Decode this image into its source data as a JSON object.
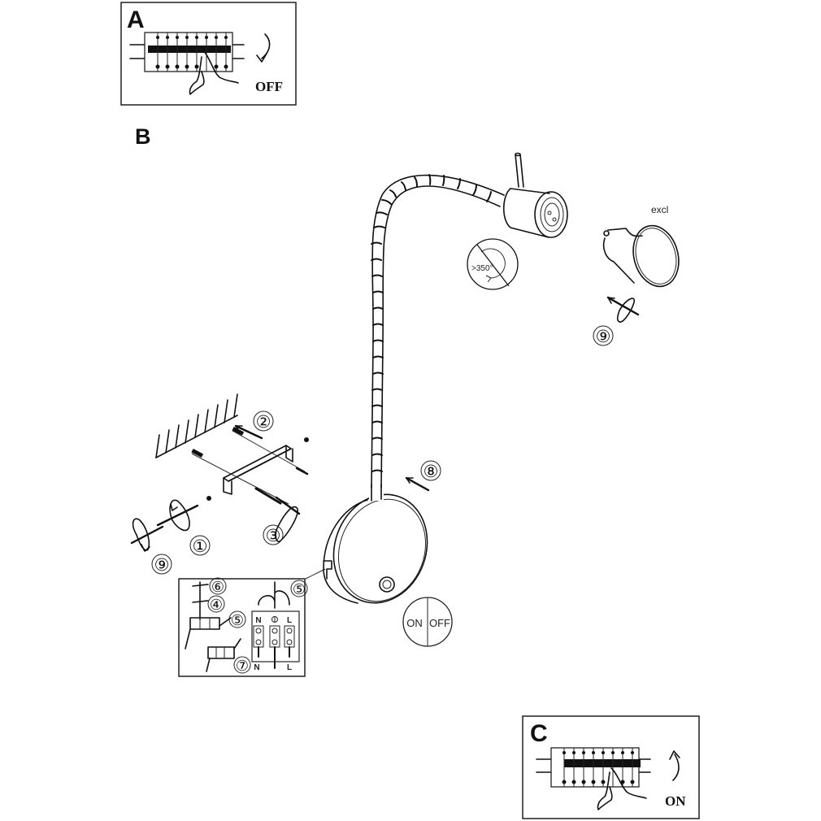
{
  "panels": {
    "a": {
      "letter": "A",
      "action": "OFF"
    },
    "b": {
      "letter": "B"
    },
    "c": {
      "letter": "C",
      "action": "ON"
    }
  },
  "lamp": {
    "rotation_limit": ">350°",
    "bulb_note": "excl",
    "switch_on": "ON",
    "switch_off": "OFF"
  },
  "steps": [
    "①",
    "②",
    "③",
    "④",
    "⑤",
    "⑥",
    "⑦",
    "⑧",
    "⑨"
  ],
  "wiring": {
    "neutral": "N",
    "live": "L"
  },
  "colors": {
    "line": "#111111",
    "background": "#ffffff"
  }
}
